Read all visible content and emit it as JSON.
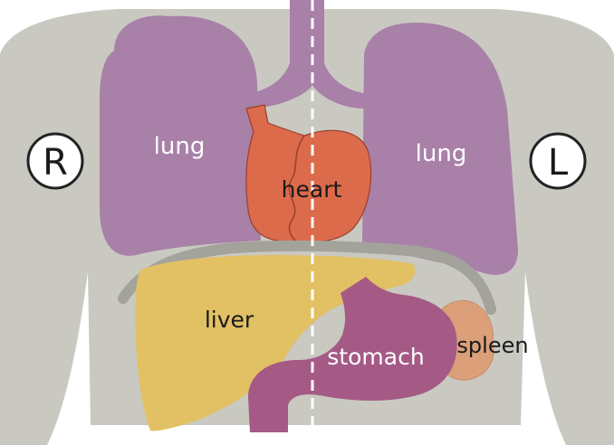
{
  "labels": {
    "right_side": "R",
    "left_side": "L",
    "lung_right": "lung",
    "lung_left": "lung",
    "heart": "heart",
    "liver": "liver",
    "stomach": "stomach",
    "spleen": "spleen"
  },
  "colors": {
    "background": "#ffffff",
    "torso": "#c9c9c1",
    "lung": "#a880a8",
    "trachea": "#a880a8",
    "heart": "#dc6b4c",
    "heart_outline": "#9a3f2c",
    "diaphragm": "#a3a39c",
    "liver": "#e2c064",
    "stomach": "#a55a86",
    "spleen": "#dba07a",
    "midline": "#ffffff",
    "side_marker_fill": "#ffffff",
    "side_marker_stroke": "#222222",
    "light_text": "#ffffff",
    "dark_text": "#1a1a1a"
  }
}
